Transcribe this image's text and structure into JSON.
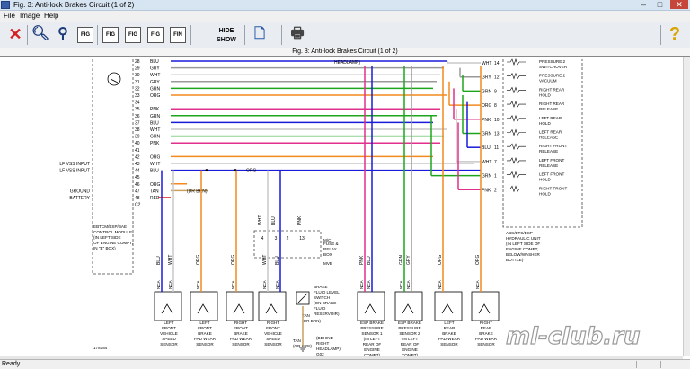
{
  "window": {
    "title": "Fig. 3: Anti-lock Brakes Circuit (1 of 2)",
    "minimize": "–",
    "maximize": "□",
    "close": "✕"
  },
  "menu": {
    "items": [
      {
        "label": "File"
      },
      {
        "label": "Image"
      },
      {
        "label": "Help"
      }
    ]
  },
  "toolbar": {
    "buttons": [
      {
        "name": "close-x-button",
        "icon": "red-x-icon"
      },
      {
        "name": "zoom-in-button",
        "icon": "magnifier-plus-icon"
      },
      {
        "name": "zoom-out-button",
        "icon": "magnifier-minus-icon"
      },
      {
        "name": "fit-button",
        "icon": "fig-icon"
      },
      {
        "name": "fig-prev-button",
        "icon": "fig-icon"
      },
      {
        "name": "fig-page-button",
        "icon": "fig-icon"
      },
      {
        "name": "fig-next-button",
        "icon": "fig-icon"
      },
      {
        "name": "find-button",
        "icon": "find-icon"
      }
    ],
    "fig_label": "FIG",
    "find_label": "FIN",
    "hide_label": "HIDE",
    "show_label": "SHOW",
    "help_icon": "?"
  },
  "document": {
    "header": "Fig. 3: Anti-lock Brakes Circuit (1 of 2)"
  },
  "diagram": {
    "module_pins": [
      {
        "pin": "28",
        "wire": "BLU"
      },
      {
        "pin": "29",
        "wire": "GRY"
      },
      {
        "pin": "30",
        "wire": "WHT"
      },
      {
        "pin": "31",
        "wire": "GRY"
      },
      {
        "pin": "32",
        "wire": "GRN"
      },
      {
        "pin": "33",
        "wire": "ORG"
      },
      {
        "pin": "34",
        "wire": ""
      },
      {
        "pin": "35",
        "wire": "PNK"
      },
      {
        "pin": "36",
        "wire": "GRN"
      },
      {
        "pin": "37",
        "wire": "BLU"
      },
      {
        "pin": "38",
        "wire": "WHT"
      },
      {
        "pin": "39",
        "wire": "GRN"
      },
      {
        "pin": "40",
        "wire": "PNK"
      },
      {
        "pin": "41",
        "wire": ""
      },
      {
        "pin": "42",
        "wire": "ORG"
      },
      {
        "pin": "43",
        "wire": "WHT"
      },
      {
        "pin": "44",
        "wire": "BLU"
      },
      {
        "pin": "45",
        "wire": ""
      },
      {
        "pin": "46",
        "wire": "ORG"
      },
      {
        "pin": "47",
        "wire": "TAN"
      },
      {
        "pin": "48",
        "wire": "RED"
      },
      {
        "pin": "C2",
        "wire": ""
      }
    ],
    "module_inputs": [
      "LF VSS INPUT",
      "LF VSS INPUT",
      "GROUND",
      "BATTERY"
    ],
    "module_label": [
      "EBTCM/ESP/BAE",
      "CONTROL MODULE",
      "(IN LEFT SIDE",
      "OF ENGINE COMPT,",
      "IN \"E\" BOX)"
    ],
    "headlamp_label": "HEADLAMP)",
    "dr_brn_label": "(DR BRN)",
    "org_mid_label": "ORG",
    "unit_pins": [
      {
        "wire": "WHT",
        "pin": "14",
        "desc": [
          "PRESSURE 2",
          "SWITCHOVER"
        ]
      },
      {
        "wire": "GRY",
        "pin": "12",
        "desc": [
          "PRESSURE 2",
          "VACUUM"
        ]
      },
      {
        "wire": "GRN",
        "pin": "9",
        "desc": [
          "RIGHT REAR",
          "HOLD"
        ]
      },
      {
        "wire": "ORG",
        "pin": "8",
        "desc": [
          "RIGHT REAR",
          "RELEASE"
        ]
      },
      {
        "wire": "PNK",
        "pin": "10",
        "desc": [
          "LEFT REAR",
          "HOLD"
        ]
      },
      {
        "wire": "GRN",
        "pin": "13",
        "desc": [
          "LEFT REAR",
          "RELEASE"
        ]
      },
      {
        "wire": "BLU",
        "pin": "11",
        "desc": [
          "RIGHT FRONT",
          "RELEASE"
        ]
      },
      {
        "wire": "WHT",
        "pin": "7",
        "desc": [
          "LEFT FRONT",
          "RELEASE"
        ]
      },
      {
        "wire": "GRN",
        "pin": "1",
        "desc": [
          "LEFT FRONT",
          "HOLD"
        ]
      },
      {
        "wire": "PNK",
        "pin": "2",
        "desc": [
          "RIGHT FRONT",
          "HOLD"
        ]
      }
    ],
    "unit_label": [
      "ABS/ETS/ESP",
      "HYDRAULIC UNIT",
      "(IN LEFT SIDE OF",
      "ENGINE COMPT,",
      "BELOW/WASHER",
      "BOTTLE)"
    ],
    "fuse_label": [
      "FUSE &",
      "RELAY",
      "BOX"
    ],
    "muc_label": "M/C",
    "mvb_label": "MVB",
    "fuse_pins": [
      "4",
      "3",
      "2",
      "13"
    ],
    "fuse_wires": [
      "WHT",
      "BLU",
      "",
      "PNK"
    ],
    "sensors": [
      {
        "wires": [
          "BLU",
          "WHT"
        ],
        "nca": [
          "NCA",
          "NCA"
        ],
        "label": [
          "LEFT",
          "FRONT",
          "VEHICLE",
          "SPEED",
          "SENSOR"
        ]
      },
      {
        "wires": [
          "ORG",
          ""
        ],
        "nca": [
          "NCA",
          ""
        ],
        "label": [
          "LEFT",
          "FRONT",
          "BRAKE",
          "PAD WEAR",
          "SENSOR"
        ]
      },
      {
        "wires": [
          "ORG",
          ""
        ],
        "nca": [
          "NCA",
          ""
        ],
        "label": [
          "RIGHT",
          "FRONT",
          "BRAKE",
          "PAD WEAR",
          "SENSOR"
        ]
      },
      {
        "wires": [
          "WHT",
          "BLU"
        ],
        "nca": [
          "NCA",
          "NCA"
        ],
        "label": [
          "RIGHT",
          "FRONT",
          "VEHICLE",
          "SPEED",
          "SENSOR"
        ]
      },
      {
        "wires": [
          "PNK",
          "BLU"
        ],
        "nca": [
          "NCA",
          "NCA"
        ],
        "label": [
          "ESP BRAKE",
          "PRESSURE",
          "SENSOR 1",
          "(IN LEFT",
          "REAR OF",
          "ENGINE",
          "COMPT)"
        ]
      },
      {
        "wires": [
          "GRN",
          "GRY"
        ],
        "nca": [
          "NCA",
          "NCA"
        ],
        "label": [
          "ESP BRAKE",
          "PRESSURE",
          "SENSOR 2",
          "(IN LEFT",
          "REAR OF",
          "ENGINE",
          "COMPT)"
        ]
      },
      {
        "wires": [
          "ORG",
          ""
        ],
        "nca": [
          "NCA",
          ""
        ],
        "label": [
          "LEFT",
          "REAR",
          "BRAKE",
          "PAD WEAR",
          "SENSOR"
        ]
      },
      {
        "wires": [
          "ORG",
          ""
        ],
        "nca": [
          "NCA",
          ""
        ],
        "label": [
          "RIGHT",
          "REAR",
          "BRAKE",
          "PAD WEAR",
          "SENSOR"
        ]
      }
    ],
    "fluid_switch_label": [
      "BRAKE",
      "FLUID LEVEL",
      "SWITCH",
      "(ON BRAKE",
      "FLUID",
      "RESERVOIR)"
    ],
    "tan_label_1": [
      "TAN",
      "(OR BRN)"
    ],
    "tan_label_2": [
      "TAN",
      "(OR BRN)"
    ],
    "ground_label": [
      "(BEHIND",
      "RIGHT",
      "HEADLAMP)"
    ],
    "ground_id": "G02",
    "fig_number": "178184",
    "wire_colors": {
      "BLU": "#1a1adb",
      "GRY": "#9a9a9a",
      "WHT": "#c8c8c8",
      "GRN": "#1ea51e",
      "ORG": "#f28a1e",
      "PNK": "#e0308c",
      "RED": "#e01818",
      "TAN": "#c9a060",
      "BLK": "#000000"
    }
  },
  "watermark": "ml-club.ru",
  "status": {
    "text": "Ready"
  }
}
